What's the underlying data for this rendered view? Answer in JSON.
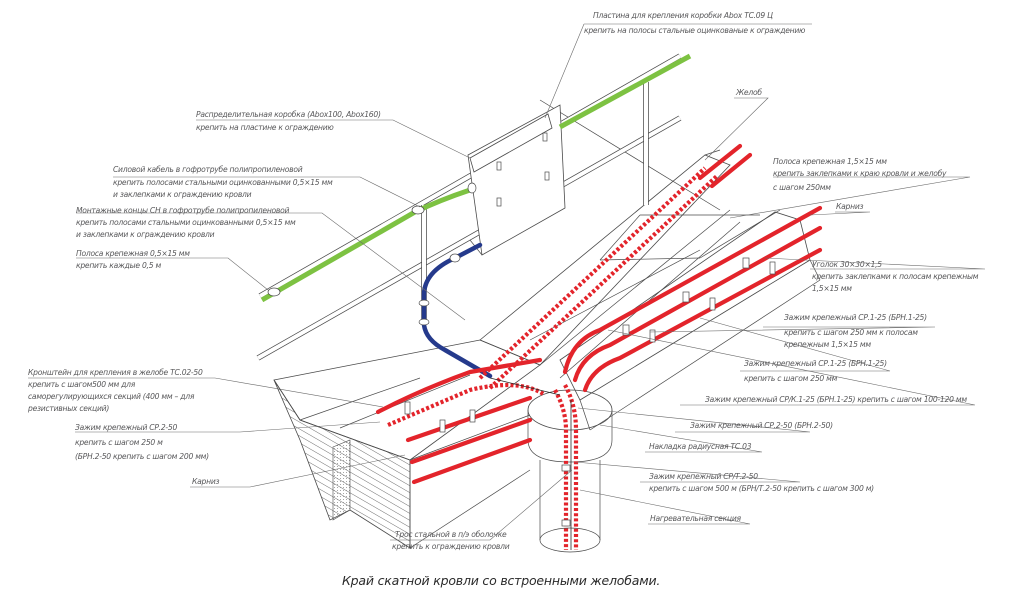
{
  "colors": {
    "heating_cable": "#e3242b",
    "power_cable": "#7dc242",
    "mounting_ends": "#253a8c",
    "linework": "#4a4a4a",
    "label_text": "#58585a"
  },
  "labels": {
    "plate": {
      "line1": "Пластина для крепления коробки Abox TC.09 Ц",
      "line2": "крепить на полосы стальные оцинкованые к ограждению"
    },
    "junction_box": {
      "line1": "Распределительная коробка (Abox100, Abox160)",
      "line2": "крепить на пластине к ограждению"
    },
    "power_cable": {
      "line1": "Силовой кабель в гофротрубе полипропиленовой",
      "line2": "крепить полосами стальными оцинкованными 0,5×15 мм",
      "line3": "и заклепками к ограждению кровли"
    },
    "mounting_ends": {
      "line1": "Монтажные концы СН в гофротрубе полипропиленовой",
      "line2": "крепить полосами стальными оцинкованными 0,5×15 мм",
      "line3": "и заклепками к ограждению кровли"
    },
    "strip_05": {
      "line1": "Полоса крепежная 0,5×15 мм",
      "line2": "крепить каждые 0,5 м"
    },
    "bracket": {
      "line1": "Кронштейн для крепления в желобе ТС.02-50",
      "line2": "крепить с шагом500 мм для",
      "line3": "саморегулирующихся секций (400 мм – для",
      "line4": "резистивных секций)"
    },
    "clamp_sr2_left": {
      "line1": "Зажим крепежный СР.2-50",
      "line2": "крепить с шагом 250 м",
      "line3": "(БРН.2-50 крепить с шагом 200 мм)"
    },
    "eaves_left": {
      "line1": "Карниз"
    },
    "gutter": {
      "line1": "Желоб"
    },
    "strip_15": {
      "line1": "Полоса крепежная 1,5×15 мм",
      "line2": "крепить заклепками к краю кровли и желобу",
      "line3": "с шагом 250мм"
    },
    "eaves_right": {
      "line1": "Карниз"
    },
    "angle": {
      "line1": "Уголок 30×30×1,5",
      "line2": "крепить заклепками к полосам крепежным",
      "line3": "1,5×15 мм"
    },
    "clamp_sr1_a": {
      "line1": "Зажим крепежный СР.1-25 (БРН.1-25)",
      "line2": "крепить с шагом 250 мм к полосам",
      "line3": "крепежным 1,5×15 мм"
    },
    "clamp_sr1_b": {
      "line1": "Зажим крепежный СР.1-25 (БРН.1-25)",
      "line2": "крепить с шагом 250 мм"
    },
    "clamp_srk": {
      "line1": "Зажим крепежный СР/К.1-25 (БРН.1-25) крепить с шагом 100-120 мм"
    },
    "clamp_sr2_right": {
      "line1": "Зажим крепежный СР.2-50 (БРН.2-50)"
    },
    "radius_overlay": {
      "line1": "Накладка радиусная ТС.03"
    },
    "clamp_srt": {
      "line1": "Зажим крепежный СР/Т.2-50",
      "line2": "крепить с шагом 500 м (БРН/Т.2-50 крепить с шагом 300 м)"
    },
    "heating_section": {
      "line1": "Нагревательная секция"
    },
    "steel_cable": {
      "line1": "Трос стальной в п/э оболочке",
      "line2": "крепить к ограждению кровли"
    }
  },
  "caption": "Край скатной кровли со встроенными желобами."
}
